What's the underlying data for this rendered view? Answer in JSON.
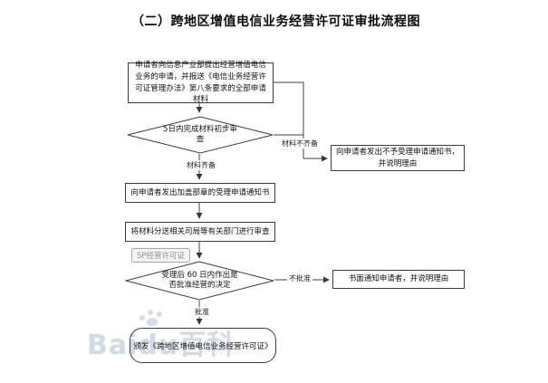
{
  "title": "（二）跨地区增值电信业务经营许可证审批流程图",
  "watermark": "Baidu百科",
  "colors": {
    "line": "#404040",
    "box_border": "#3c3c3c",
    "tag_text": "#8f8f8f",
    "watermark": "#a7bed4"
  },
  "flowchart": {
    "start": "申请者向信息产业部提出经营增值电信业务的申请，并报送《电信业务经营许可证管理办法》第八条要求的全部申请材料",
    "decision1": "5日内完成材料初步审查",
    "label_material_incomplete": "材料不齐备",
    "label_material_complete": "材料齐备",
    "reject_notice": "向申请者发出不予受理申请通知书，并说明理由",
    "accept_notice": "向申请者发出加盖部章的受理申请通知书",
    "review": "将材料分送相关司局等有关部门进行审查",
    "sp_tag": "SP经营许可证",
    "decision2": "受理后 60 日内作出是否批准经营的决定",
    "label_not_approved": "不批准",
    "written_notice": "书面通知申请者，并说明理由",
    "label_approved": "批准",
    "end": "颁发《跨地区增值电信业务经营许可证》"
  }
}
